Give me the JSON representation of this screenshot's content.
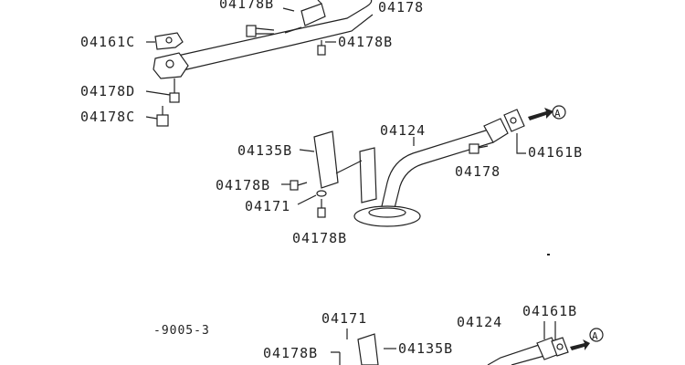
{
  "labels": {
    "top_bolt": "04178B",
    "top_right": "04178",
    "gasket_left": "04161C",
    "bolt_right_top": "04178B",
    "bolt_d": "04178D",
    "bolt_c": "04178C",
    "pipe_main": "04124",
    "bracket": "04135B",
    "gasket_right": "04161B",
    "bolt_mid": "04178",
    "bolt_b_left": "04178B",
    "washer": "04171",
    "bolt_b_bottom": "04178B",
    "ref_code": "-9005-3",
    "washer_2": "04171",
    "pipe_2": "04124",
    "gasket_2": "04161B",
    "bolt_b_2": "04178B",
    "bracket_2": "04135B"
  },
  "ref_marks": {
    "a1": "A",
    "a2": "A"
  }
}
